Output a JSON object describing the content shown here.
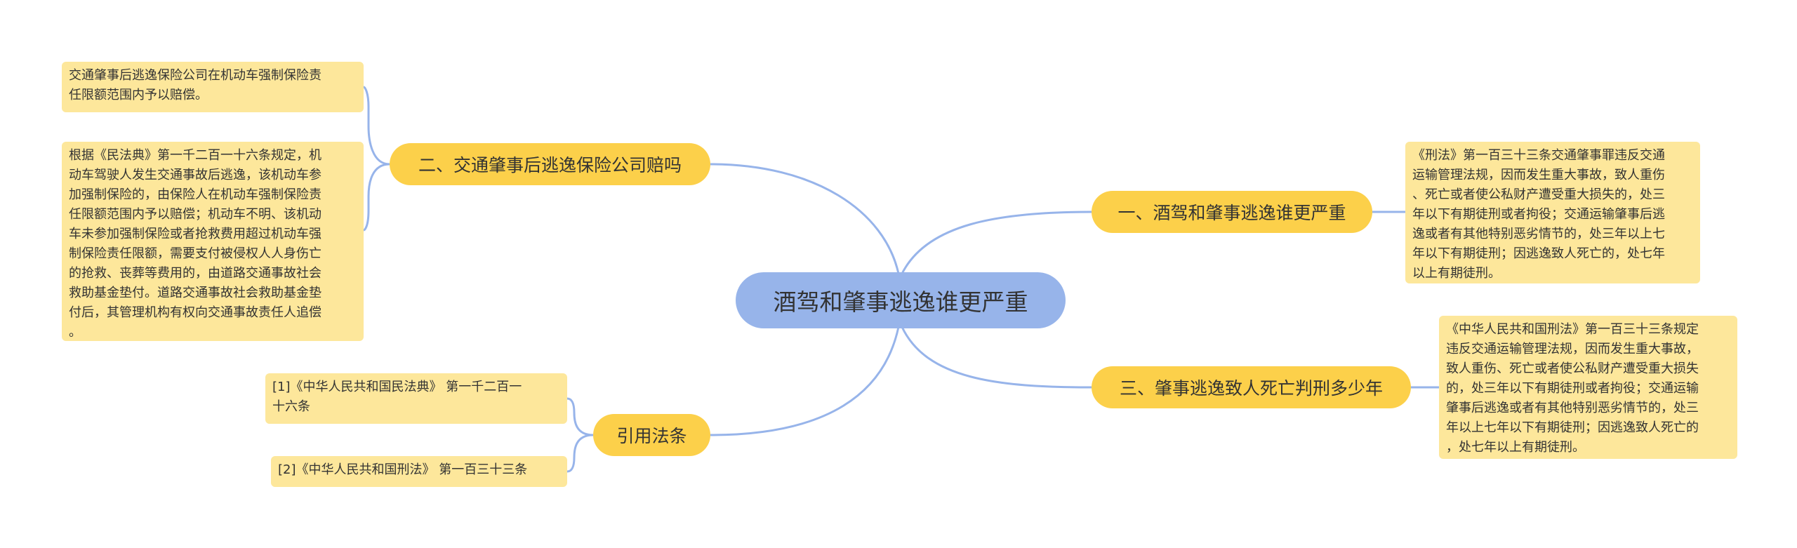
{
  "root": {
    "label": "酒驾和肇事逃逸谁更严重"
  },
  "branches": {
    "b1": {
      "label": "一、酒驾和肇事逃逸谁更严重"
    },
    "b2": {
      "label": "二、交通肇事后逃逸保险公司赔吗"
    },
    "b3": {
      "label": "三、肇事逃逸致人死亡判刑多少年"
    },
    "b4": {
      "label": "引用法条"
    }
  },
  "leaves": {
    "l1": {
      "lines": [
        "《刑法》第一百三十三条交通肇事罪违反交通",
        "运输管理法规，因而发生重大事故，致人重伤",
        "、死亡或者使公私财产遭受重大损失的，处三",
        "年以下有期徒刑或者拘役；交通运输肇事后逃",
        "逸或者有其他特别恶劣情节的，处三年以上七",
        "年以下有期徒刑；因逃逸致人死亡的，处七年",
        "以上有期徒刑。"
      ]
    },
    "l2a": {
      "lines": [
        "交通肇事后逃逸保险公司在机动车强制保险责",
        "任限额范围内予以赔偿。"
      ]
    },
    "l2b": {
      "lines": [
        "根据《民法典》第一千二百一十六条规定，机",
        "动车驾驶人发生交通事故后逃逸，该机动车参",
        "加强制保险的，由保险人在机动车强制保险责",
        "任限额范围内予以赔偿；机动车不明、该机动",
        "车未参加强制保险或者抢救费用超过机动车强",
        "制保险责任限额，需要支付被侵权人人身伤亡",
        "的抢救、丧葬等费用的，由道路交通事故社会",
        "救助基金垫付。道路交通事故社会救助基金垫",
        "付后，其管理机构有权向交通事故责任人追偿",
        "。"
      ]
    },
    "l3": {
      "lines": [
        "《中华人民共和国刑法》第一百三十三条规定",
        "违反交通运输管理法规，因而发生重大事故，",
        "致人重伤、死亡或者使公私财产遭受重大损失",
        "的，处三年以下有期徒刑或者拘役；交通运输",
        "肇事后逃逸或者有其他特别恶劣情节的，处三",
        "年以上七年以下有期徒刑；因逃逸致人死亡的",
        "，处七年以上有期徒刑。"
      ]
    },
    "l4a": {
      "lines": [
        "[1]《中华人民共和国民法典》 第一千二百一",
        "十六条"
      ]
    },
    "l4b": {
      "lines": [
        "[2]《中华人民共和国刑法》 第一百三十三条"
      ]
    }
  },
  "colors": {
    "root": "#97b4ea",
    "branch": "#fcd04a",
    "leaf": "#fde79b",
    "line": "#97b4ea"
  }
}
